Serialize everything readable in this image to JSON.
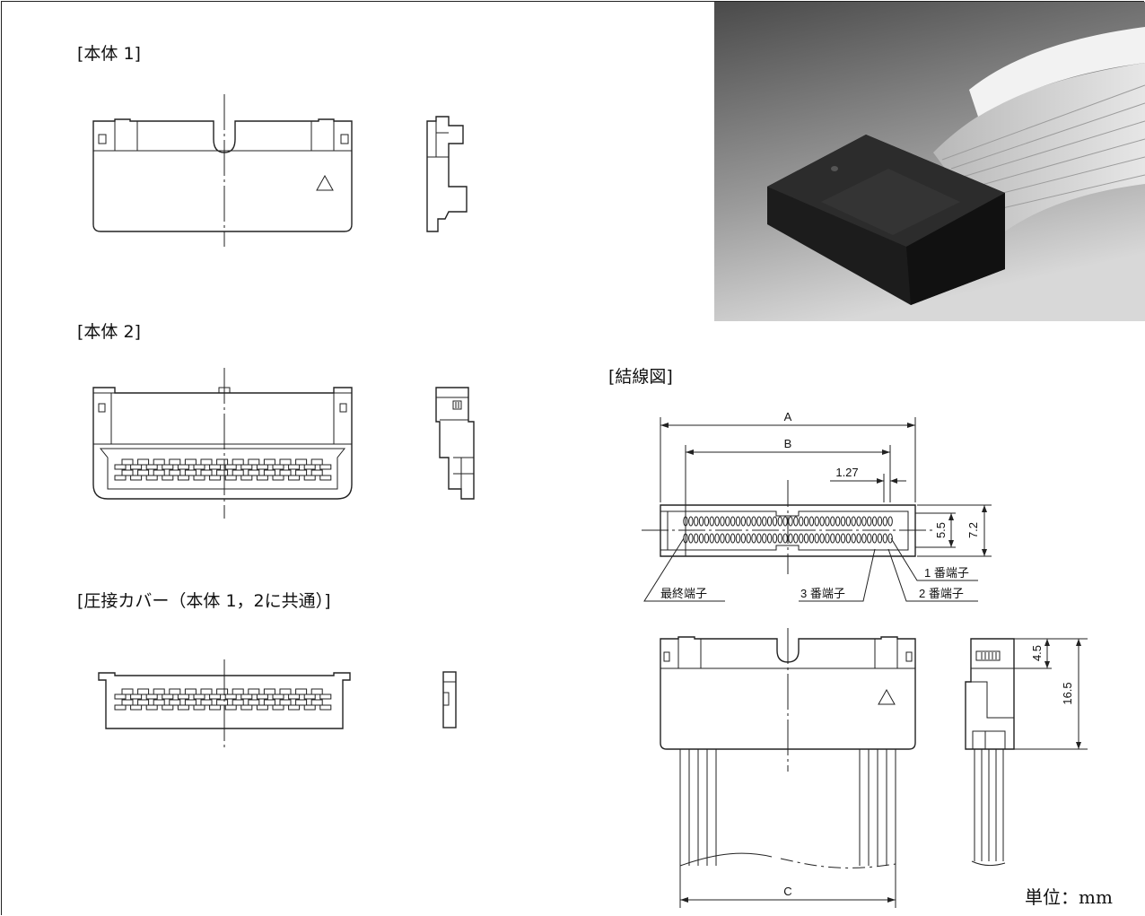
{
  "labels": {
    "body1": "[本体 1]",
    "body2": "[本体 2]",
    "cover": "[圧接カバー（本体 1，2に共通）]",
    "wiring": "[結線図]",
    "unit": "単位：mm"
  },
  "dimensions": {
    "A": "A",
    "B": "B",
    "C": "C",
    "pitch": "1.27",
    "d55": "5.5",
    "d72": "7.2",
    "d45": "4.5",
    "d165": "16.5"
  },
  "pins": {
    "pin1": "1 番端子",
    "pin2": "2 番端子",
    "pin3": "3 番端子",
    "last": "最終端子"
  },
  "photo": {
    "subject": "flat-cable-connector-photo",
    "colors": {
      "bg_top": "#4a4a4a",
      "bg_bottom": "#d8d8d8",
      "connector": "#1c1c1c",
      "cable": "#cfcfcf"
    }
  }
}
